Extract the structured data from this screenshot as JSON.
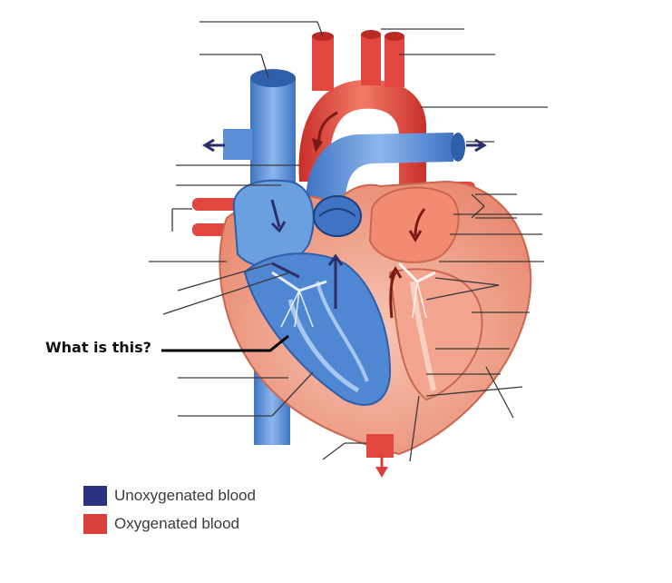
{
  "question": {
    "text": "What is this?"
  },
  "legend": [
    {
      "label": "Unoxygenated blood",
      "color": "#2b3380"
    },
    {
      "label": "Oxygenated blood",
      "color": "#d9403a"
    }
  ],
  "colors": {
    "unoxygenated_vessel": "#5a8fd6",
    "oxygenated_vessel": "#e2463e",
    "myocardium": "#f2b09a",
    "leader_line": "#3a3a3a",
    "arrow": "#2a2f6b"
  }
}
